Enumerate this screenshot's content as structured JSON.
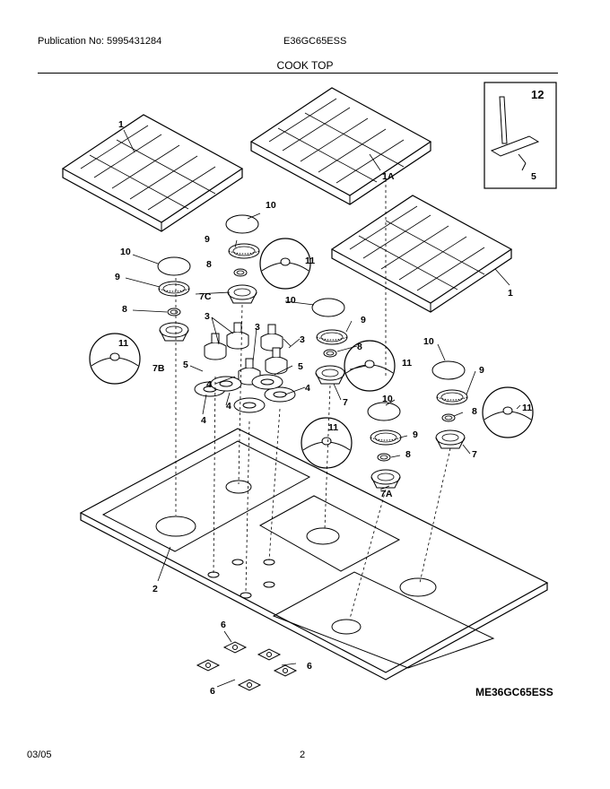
{
  "header": {
    "publication": "Publication No: 5995431284",
    "model": "E36GC65ESS",
    "title": "COOK TOP"
  },
  "callouts": {
    "n1a": "1",
    "n1b": "1",
    "n1A": "1A",
    "n2": "2",
    "n3a": "3",
    "n3b": "3",
    "n3c": "3",
    "n4a": "4",
    "n4b": "4",
    "n4c": "4",
    "n4d": "4",
    "n5a": "5",
    "n5b": "5",
    "n5c": "5",
    "n6a": "6",
    "n6b": "6",
    "n6c": "6",
    "n7": "7",
    "n7b": "7",
    "n7A": "7A",
    "n7B": "7B",
    "n7C": "7C",
    "n8a": "8",
    "n8b": "8",
    "n8c": "8",
    "n8d": "8",
    "n8e": "8",
    "n9a": "9",
    "n9b": "9",
    "n9c": "9",
    "n9d": "9",
    "n9e": "9",
    "n10a": "10",
    "n10b": "10",
    "n10c": "10",
    "n10d": "10",
    "n10e": "10",
    "n11a": "11",
    "n11b": "11",
    "n11c": "11",
    "n11d": "11",
    "n11e": "11",
    "n12": "12"
  },
  "diagram_code": "ME36GC65ESS",
  "footer": {
    "date": "03/05",
    "page": "2"
  }
}
